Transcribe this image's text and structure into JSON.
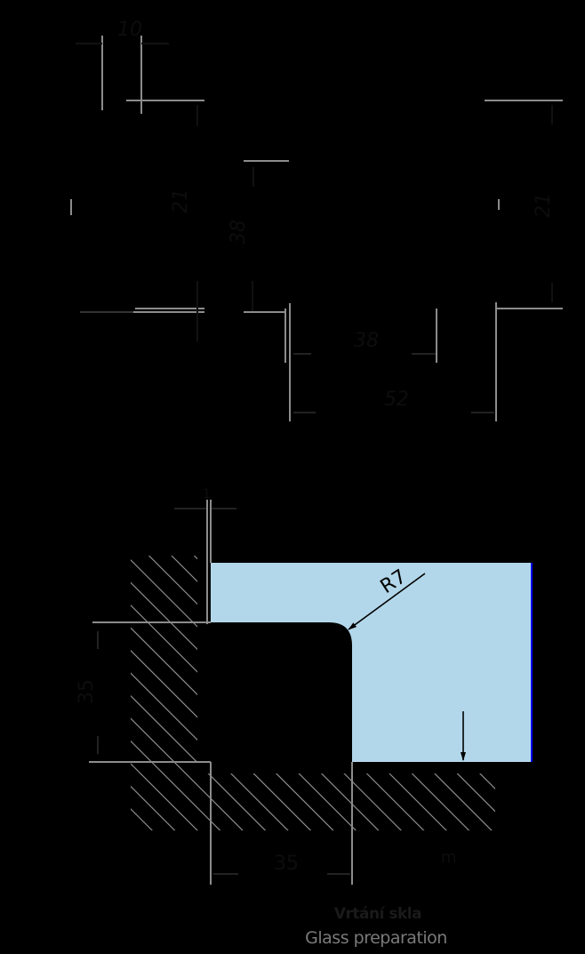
{
  "colors": {
    "background": "#000000",
    "dimension_line": "#8c8c8c",
    "dimension_text": "#0d0d0d",
    "glass_fill": "#b3d7ea",
    "glass_edge": "#0000ee",
    "hatch": "#9a9a9a",
    "caption_cz": "#1a1a1a",
    "caption_en": "#7a7a7a"
  },
  "top_view": {
    "dimensions": {
      "top_width": "10",
      "left_height": "21",
      "inner_height": "38",
      "right_height": "21",
      "inner_width": "38",
      "outer_width": "52"
    }
  },
  "glass_preparation": {
    "dimensions": {
      "gap": "1",
      "notch_height": "35",
      "notch_width": "35",
      "corner_radius": "R7",
      "right_offset": "m"
    }
  },
  "caption": {
    "czech": "Vrtání skla",
    "english": "Glass preparation"
  }
}
